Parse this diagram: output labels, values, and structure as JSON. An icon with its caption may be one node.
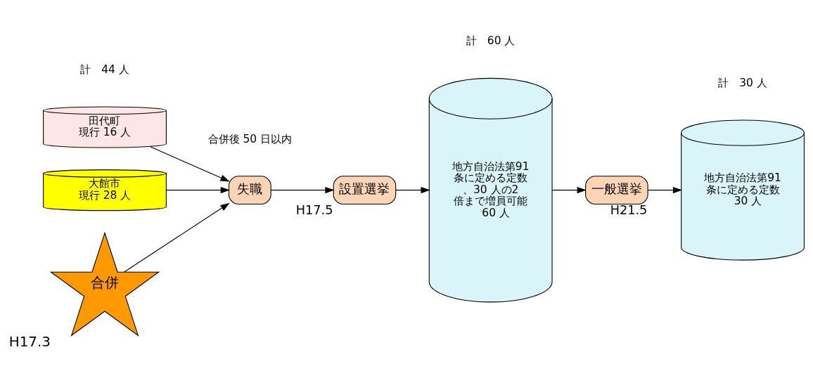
{
  "diagram": {
    "nodes": [
      {
        "text": [
          "田代町",
          "現行 16 人"
        ]
      },
      {
        "text": [
          "大館市",
          "現行 28 人"
        ]
      },
      {
        "text": [
          "合併"
        ],
        "beside": [
          "H17.3"
        ]
      },
      {
        "text": [
          "失職"
        ]
      },
      {
        "text": [
          "設置選挙"
        ],
        "beside": [
          "H17.5"
        ]
      },
      {
        "text": [
          "地方自治法第91 条に定める定数、30 人の2 倍まで増員可能　60 人"
        ]
      },
      {
        "text": [
          "一般選挙"
        ],
        "beside": [
          "H21.5"
        ]
      },
      {
        "text": [
          "地方自治法第91 条に定める定数　30 人"
        ]
      }
    ],
    "edges": [
      {
        "from": 0,
        "to": 3,
        "arrow": "to"
      },
      {
        "from": 2,
        "to": 3,
        "arrow": "to"
      },
      {
        "from": 1,
        "to": 3,
        "arrow": "to"
      },
      {
        "from": 3,
        "to": 4,
        "arrow": "to"
      },
      {
        "from": 4,
        "to": 5,
        "arrow": "to"
      },
      {
        "from": 5,
        "to": 6,
        "arrow": "to"
      },
      {
        "from": 6,
        "to": 7,
        "arrow": "to"
      }
    ],
    "labels": [
      "合併後 50 日以内",
      "計　44 人",
      "計　60 人",
      "計　30 人"
    ]
  }
}
